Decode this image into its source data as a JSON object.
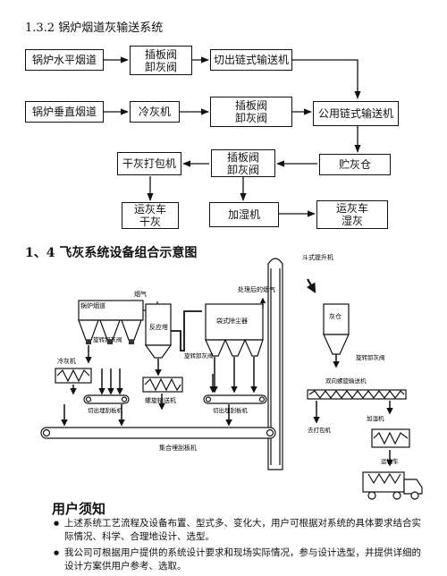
{
  "flowchart": {
    "heading": "1.3.2 锅炉烟道灰输送系统",
    "boxes": {
      "horizontal_flue": "锅炉水平烟道",
      "vertical_flue": "锅炉垂直烟道",
      "valve_top": "插板阀\n卸灰阀",
      "cooler": "冷灰机",
      "outlet_conveyor": "切出链式输送机",
      "valve_mid": "插板阀\n卸灰阀",
      "common_conveyor": "公用链式输送机",
      "ash_bin": "贮灰仓",
      "valve_low": "插板阀\n卸灰阀",
      "dry_packer": "干灰打包机",
      "dry_truck": "运灰车\n干灰",
      "humidifier": "加湿机",
      "wet_truck": "运灰车\n湿灰"
    }
  },
  "diagram": {
    "heading": "1、4 飞灰系统设备组合示意图",
    "labels": {
      "bucket_elevator": "斗式提升机",
      "flue_gas": "烟气",
      "treated_flue_gas": "处理后的烟气",
      "boiler_flue": "锅炉烟道",
      "rotary_valve_1": "旋转卸灰阀",
      "reactor": "反应塔",
      "bag_filter": "袋式除尘器",
      "rotary_valve_2": "旋转卸灰阀",
      "ash_silo": "灰仓",
      "rotary_valve_3": "旋转卸灰阀",
      "cooler": "冷灰机",
      "scraper_1": "切出埋刮板机",
      "screw_conveyor": "螺旋输送机",
      "scraper_2": "切出埋刮板机",
      "combined_scraper": "集合埋刮板机",
      "twin_screw": "双向螺旋输送机",
      "to_packer": "去打包机",
      "humidifier": "加湿机",
      "truck": "运输车"
    }
  },
  "notes": {
    "heading": "用户须知",
    "items": [
      "上述系统工艺流程及设备布置、型式多、变化大，用户可根据对系统的具体要求结合实际情况、科学、合理地设计、选型。",
      "我公司可根据用户提供的系统设计要求和现场实际情况，参与设计选型，并提供详细的设计方案供用户参考、选取。"
    ]
  }
}
